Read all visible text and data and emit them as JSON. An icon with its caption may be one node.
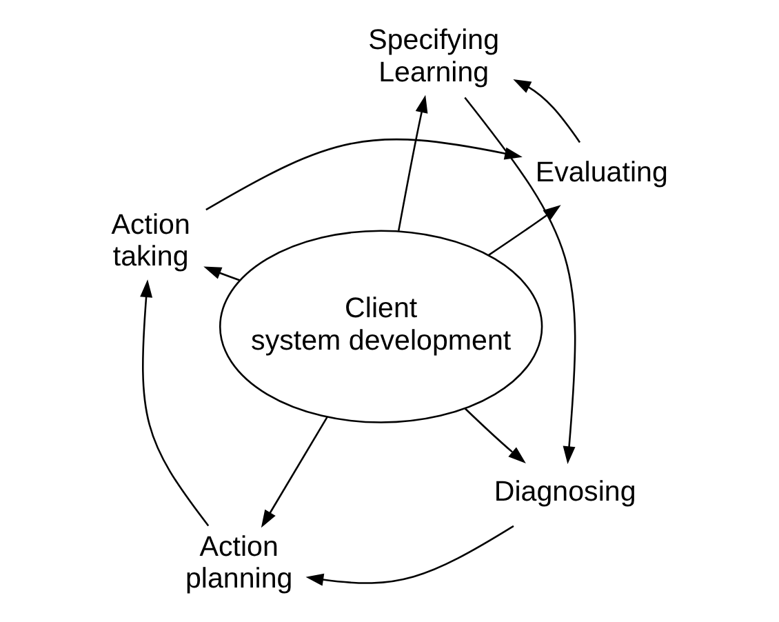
{
  "diagram": {
    "nodes": [
      {
        "text": [
          "Client system development"
        ]
      },
      {
        "text": [
          "Diagnosing"
        ]
      },
      {
        "text": [
          "Action planning"
        ]
      },
      {
        "text": [
          "Action taking"
        ]
      },
      {
        "text": [
          "Evaluating"
        ]
      },
      {
        "text": [
          "Specifying Learning"
        ]
      }
    ],
    "edges": [
      {
        "from": 1,
        "to": 2,
        "arrow": "to"
      },
      {
        "from": 2,
        "to": 3,
        "arrow": "to"
      },
      {
        "from": 3,
        "to": 4,
        "arrow": "to"
      },
      {
        "from": 4,
        "to": 5,
        "arrow": "to"
      },
      {
        "from": 5,
        "to": 1,
        "arrow": "to"
      },
      {
        "from": 0,
        "to": 1,
        "arrow": "to"
      },
      {
        "from": 0,
        "to": 2,
        "arrow": "to"
      },
      {
        "from": 0,
        "to": 3,
        "arrow": "to"
      },
      {
        "from": 0,
        "to": 4,
        "arrow": "to"
      },
      {
        "from": 0,
        "to": 5,
        "arrow": "to"
      }
    ]
  }
}
